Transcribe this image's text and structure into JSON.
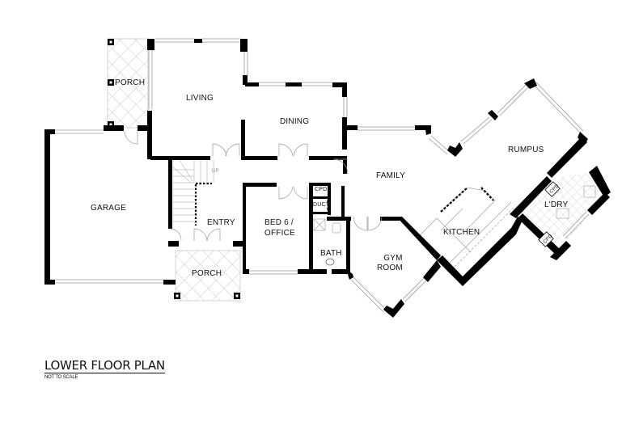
{
  "plan": {
    "title": "LOWER FLOOR PLAN",
    "subtitle": "NOT TO SCALE"
  },
  "rooms": {
    "porch_top": "PORCH",
    "living": "LIVING",
    "dining": "DINING",
    "garage": "GARAGE",
    "entry": "ENTRY",
    "porch_front": "PORCH",
    "bed6_line1": "BED 6 /",
    "bed6_line2": "OFFICE",
    "cpd_1": "CPD",
    "duct": "DUCT",
    "cpd_2": "CPD",
    "bath": "BATH",
    "family": "FAMILY",
    "gym_line1": "GYM",
    "gym_line2": "ROOM",
    "kitchen": "KITCHEN",
    "rumpus": "RUMPUS",
    "laundry": "L'DRY",
    "cpd_3": "CPD",
    "cpd_4": "CPD"
  },
  "annotations": {
    "stair_up": "UP"
  },
  "colors": {
    "wall": "#000000",
    "window": "#9a9a9a",
    "tile": "#b5b5b5",
    "background": "#ffffff"
  }
}
